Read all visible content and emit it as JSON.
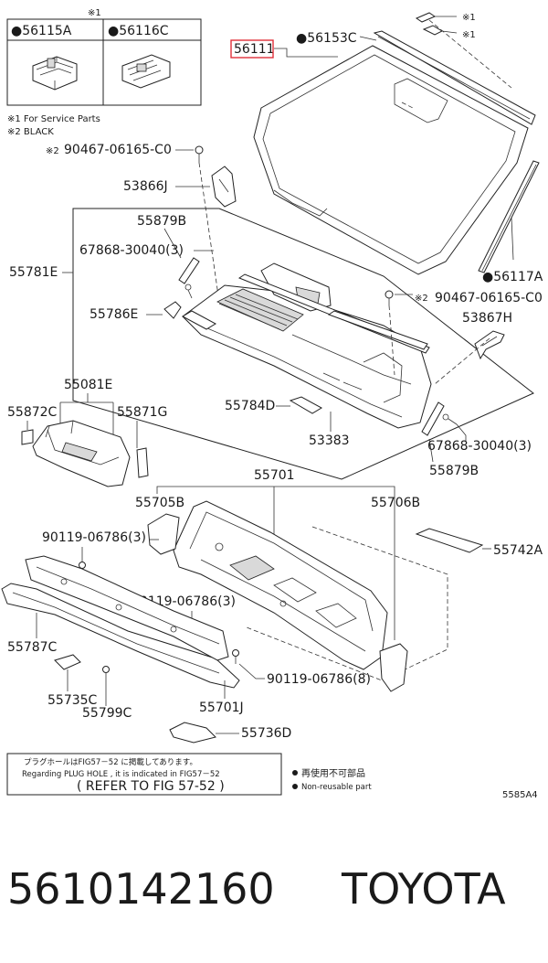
{
  "service_box": {
    "note_mark": "※1",
    "part_a": "●56115A",
    "part_b": "●56116C"
  },
  "notes": {
    "line1": "※1 For Service Parts",
    "line2": "※2 BLACK"
  },
  "labels": {
    "p56111": "56111",
    "p56153C": "●56153C",
    "mark_top1": "※1",
    "mark_top2": "※1",
    "p90467_left_mark": "※2",
    "p90467_left": "90467-06165-C0",
    "p53866J": "53866J",
    "p55879B_top": "55879B",
    "p67868_left": "67868-30040(3)",
    "p55781E": "55781E",
    "p55786E": "55786E",
    "p56117A": "●56117A",
    "p90467_right_mark": "※2",
    "p90467_right": "90467-06165-C0",
    "p53867H": "53867H",
    "p55081E": "55081E",
    "p55872C": "55872C",
    "p55871G": "55871G",
    "p55784D": "55784D",
    "p53383": "53383",
    "p67868_right": "67868-30040(3)",
    "p55879B_bottom": "55879B",
    "p55701": "55701",
    "p55705B": "55705B",
    "p55706B": "55706B",
    "p90119_a": "90119-06786(3)",
    "p55742A": "55742A",
    "p90119_b": "90119-06786(3)",
    "p55787C": "55787C",
    "p90119_c": "90119-06786(8)",
    "p55735C": "55735C",
    "p55799C": "55799C",
    "p55701J": "55701J",
    "p55736D": "55736D"
  },
  "reference_box": {
    "line_ja": "プラグホールはFIG57－52 に掲載してあります。",
    "line_en": "Regarding PLUG HOLE , it is indicated in FIG57－52",
    "line_ref": "( REFER TO FIG 57-52 )"
  },
  "legend": {
    "ja": "再使用不可部品",
    "en": "Non-reusable part"
  },
  "figure_code": "5585A4",
  "footer": {
    "part_number": "5610142160",
    "brand": "TOYOTA"
  },
  "colors": {
    "highlight": "#e0303a",
    "ink": "#1a1a1a"
  }
}
